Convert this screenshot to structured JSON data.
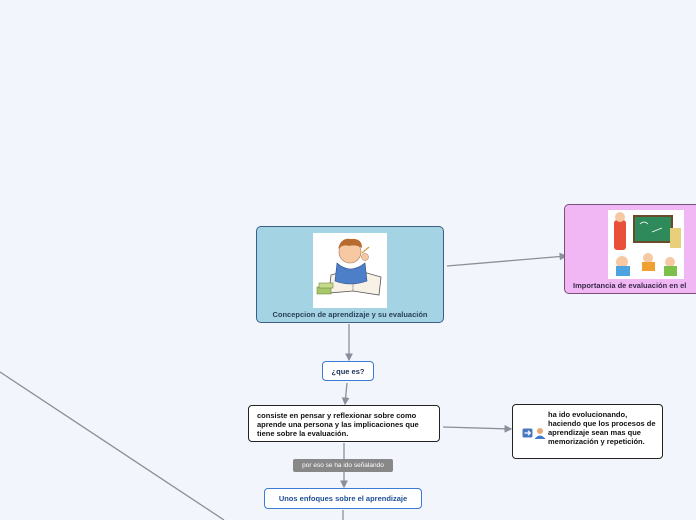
{
  "nodes": {
    "main": {
      "label": "Concepcion de aprendizaje y su  evaluación"
    },
    "importance": {
      "label": "Importancia de evaluación en el"
    },
    "que_es": {
      "label": "¿que es?"
    },
    "consiste": {
      "text": "consiste en pensar y reflexionar sobre como aprende una persona y las implicaciones que tiene sobre la evaluación."
    },
    "evolucion": {
      "text": "ha ido evolucionando, haciendo que los procesos de aprendizaje sean mas que memorización y repetición."
    },
    "connector": {
      "label": "por eso se ha ido señalando"
    },
    "enfoques": {
      "label": "Unos enfoques sobre el aprendizaje"
    }
  },
  "colors": {
    "background": "#f3f5fd",
    "main_fill": "#a4d4e3",
    "importance_fill": "#f1b6f4",
    "pill_border": "#3a7bd5",
    "connector_fill": "#888888",
    "line": "#8a8f99"
  },
  "icons": [
    "student-clipart-icon",
    "classroom-clipart-icon",
    "arrow-right-icon",
    "person-icon"
  ]
}
